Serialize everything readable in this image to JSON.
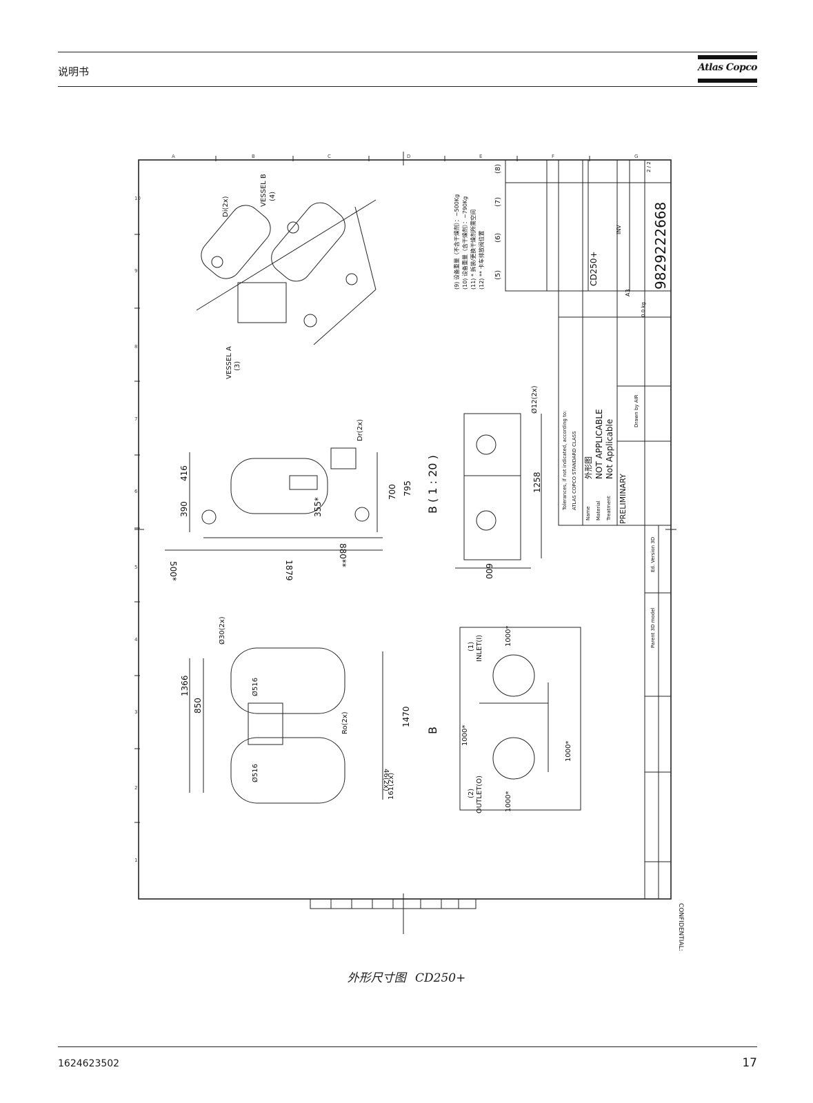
{
  "header": {
    "title": "说明书",
    "brand": "Atlas Copco"
  },
  "drawing": {
    "grid_rows": [
      "A",
      "B",
      "C",
      "D",
      "E",
      "F",
      "G"
    ],
    "grid_cols": [
      "1",
      "2",
      "3",
      "4",
      "5",
      "6",
      "7",
      "8",
      "9",
      "10"
    ],
    "labels": {
      "vessel_a": "VESSEL A",
      "vessel_a_no": "(3)",
      "vessel_b": "VESSEL B",
      "vessel_b_no": "(4)",
      "di": "Di(2x)",
      "dr": "Dr(2x)",
      "bore30": "Ø30(2x)",
      "bore12": "Ø12(2x)",
      "dia_top": "Ø516",
      "dia_bottom": "Ø516",
      "ro": "Ro(2x)",
      "inlet_no": "(1)",
      "inlet": "INLET(I)",
      "outlet_no": "(2)",
      "outlet": "OUTLET(O)",
      "scale": "B ( 1 : 20 )",
      "view_b": "B",
      "dim_161": "161(2x)",
      "dim_46": "46(2x)"
    },
    "dimensions": {
      "d1366": "1366",
      "d850": "850",
      "d1470": "1470",
      "d416": "416",
      "d390": "390",
      "d355": "355*",
      "d700": "700",
      "d795": "795",
      "d880": "880**",
      "d1879": "1879",
      "d500": "500*",
      "d600": "600",
      "d1258": "1258",
      "d1000a": "1000*",
      "d1000b": "1000*",
      "d1000c": "1000*",
      "d1000d": "1000*"
    },
    "notes": {
      "n9": "(9) 设备重量（不含干燥剂）：~500Kg",
      "n10": "(10) 设备重量（含干燥剂）：~790Kg",
      "n11": "(11) * 拆装/更换干燥剂所需空间",
      "n12": "(12) ** 卡车排放阀位置"
    },
    "parts_table": {
      "headers": [
        "(5)",
        "(6)",
        "(7)",
        "(8)"
      ]
    },
    "title_block": {
      "tolerances": "Tolerances, if not indicated, according to:",
      "standard": "ATLAS COPCO STANDARD CLASS",
      "name_label": "Name",
      "name_value": "外形图",
      "material_label": "Material",
      "material_value": "NOT APPLICABLE",
      "treatment_label": "Treatment",
      "treatment_value": "Not Applicable",
      "product": "CD250+",
      "status": "PRELIMINARY",
      "inv": "INV",
      "size": "A3",
      "weight": "0.0 kg",
      "drawing_no": "9829222668",
      "sheet": "2 / 2",
      "drawn_by": "Drawn by AIR",
      "ed_version": "Ed. Version 3D",
      "parent": "Parent 3D model"
    },
    "confidential": "CONFIDENTIAL:"
  },
  "caption": {
    "text": "外形尺寸图",
    "model": "CD250+"
  },
  "footer": {
    "doc_number": "1624623502",
    "page": "17"
  }
}
